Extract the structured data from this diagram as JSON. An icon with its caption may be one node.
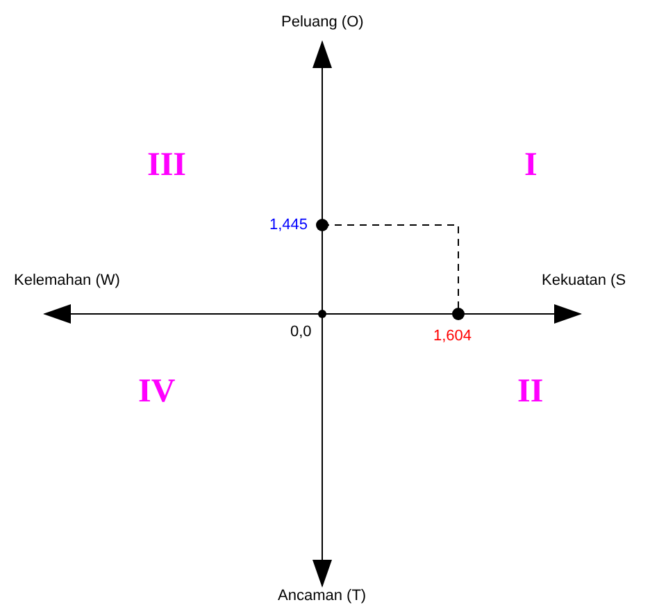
{
  "diagram": {
    "labels": [
      "Peluang (O)",
      "III",
      "I",
      "1,445",
      "Kelemahan (W)",
      "Kekuatan (S",
      "0,0",
      "1,604",
      "IV",
      "II",
      "Ancaman (T)"
    ]
  }
}
